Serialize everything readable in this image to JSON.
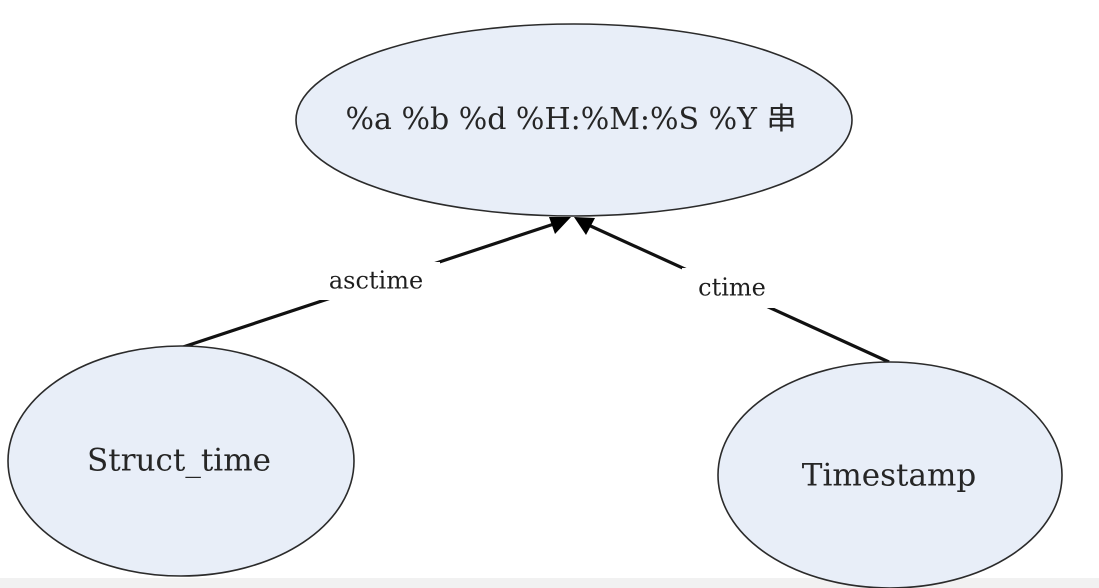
{
  "diagram": {
    "nodes": {
      "format_string": {
        "label": "%a %b %d %H:%M:%S %Y 串"
      },
      "struct_time": {
        "label": "Struct_time"
      },
      "timestamp": {
        "label": "Timestamp"
      }
    },
    "edges": {
      "asctime": {
        "label": "asctime",
        "from": "Struct_time",
        "to": "%a %b %d %H:%M:%S %Y 串"
      },
      "ctime": {
        "label": "ctime",
        "from": "Timestamp",
        "to": "%a %b %d %H:%M:%S %Y 串"
      }
    }
  },
  "colors": {
    "node_fill": "#e8eef8",
    "node_stroke": "#2b2b2b",
    "edge": "#111111",
    "text": "#262626"
  }
}
